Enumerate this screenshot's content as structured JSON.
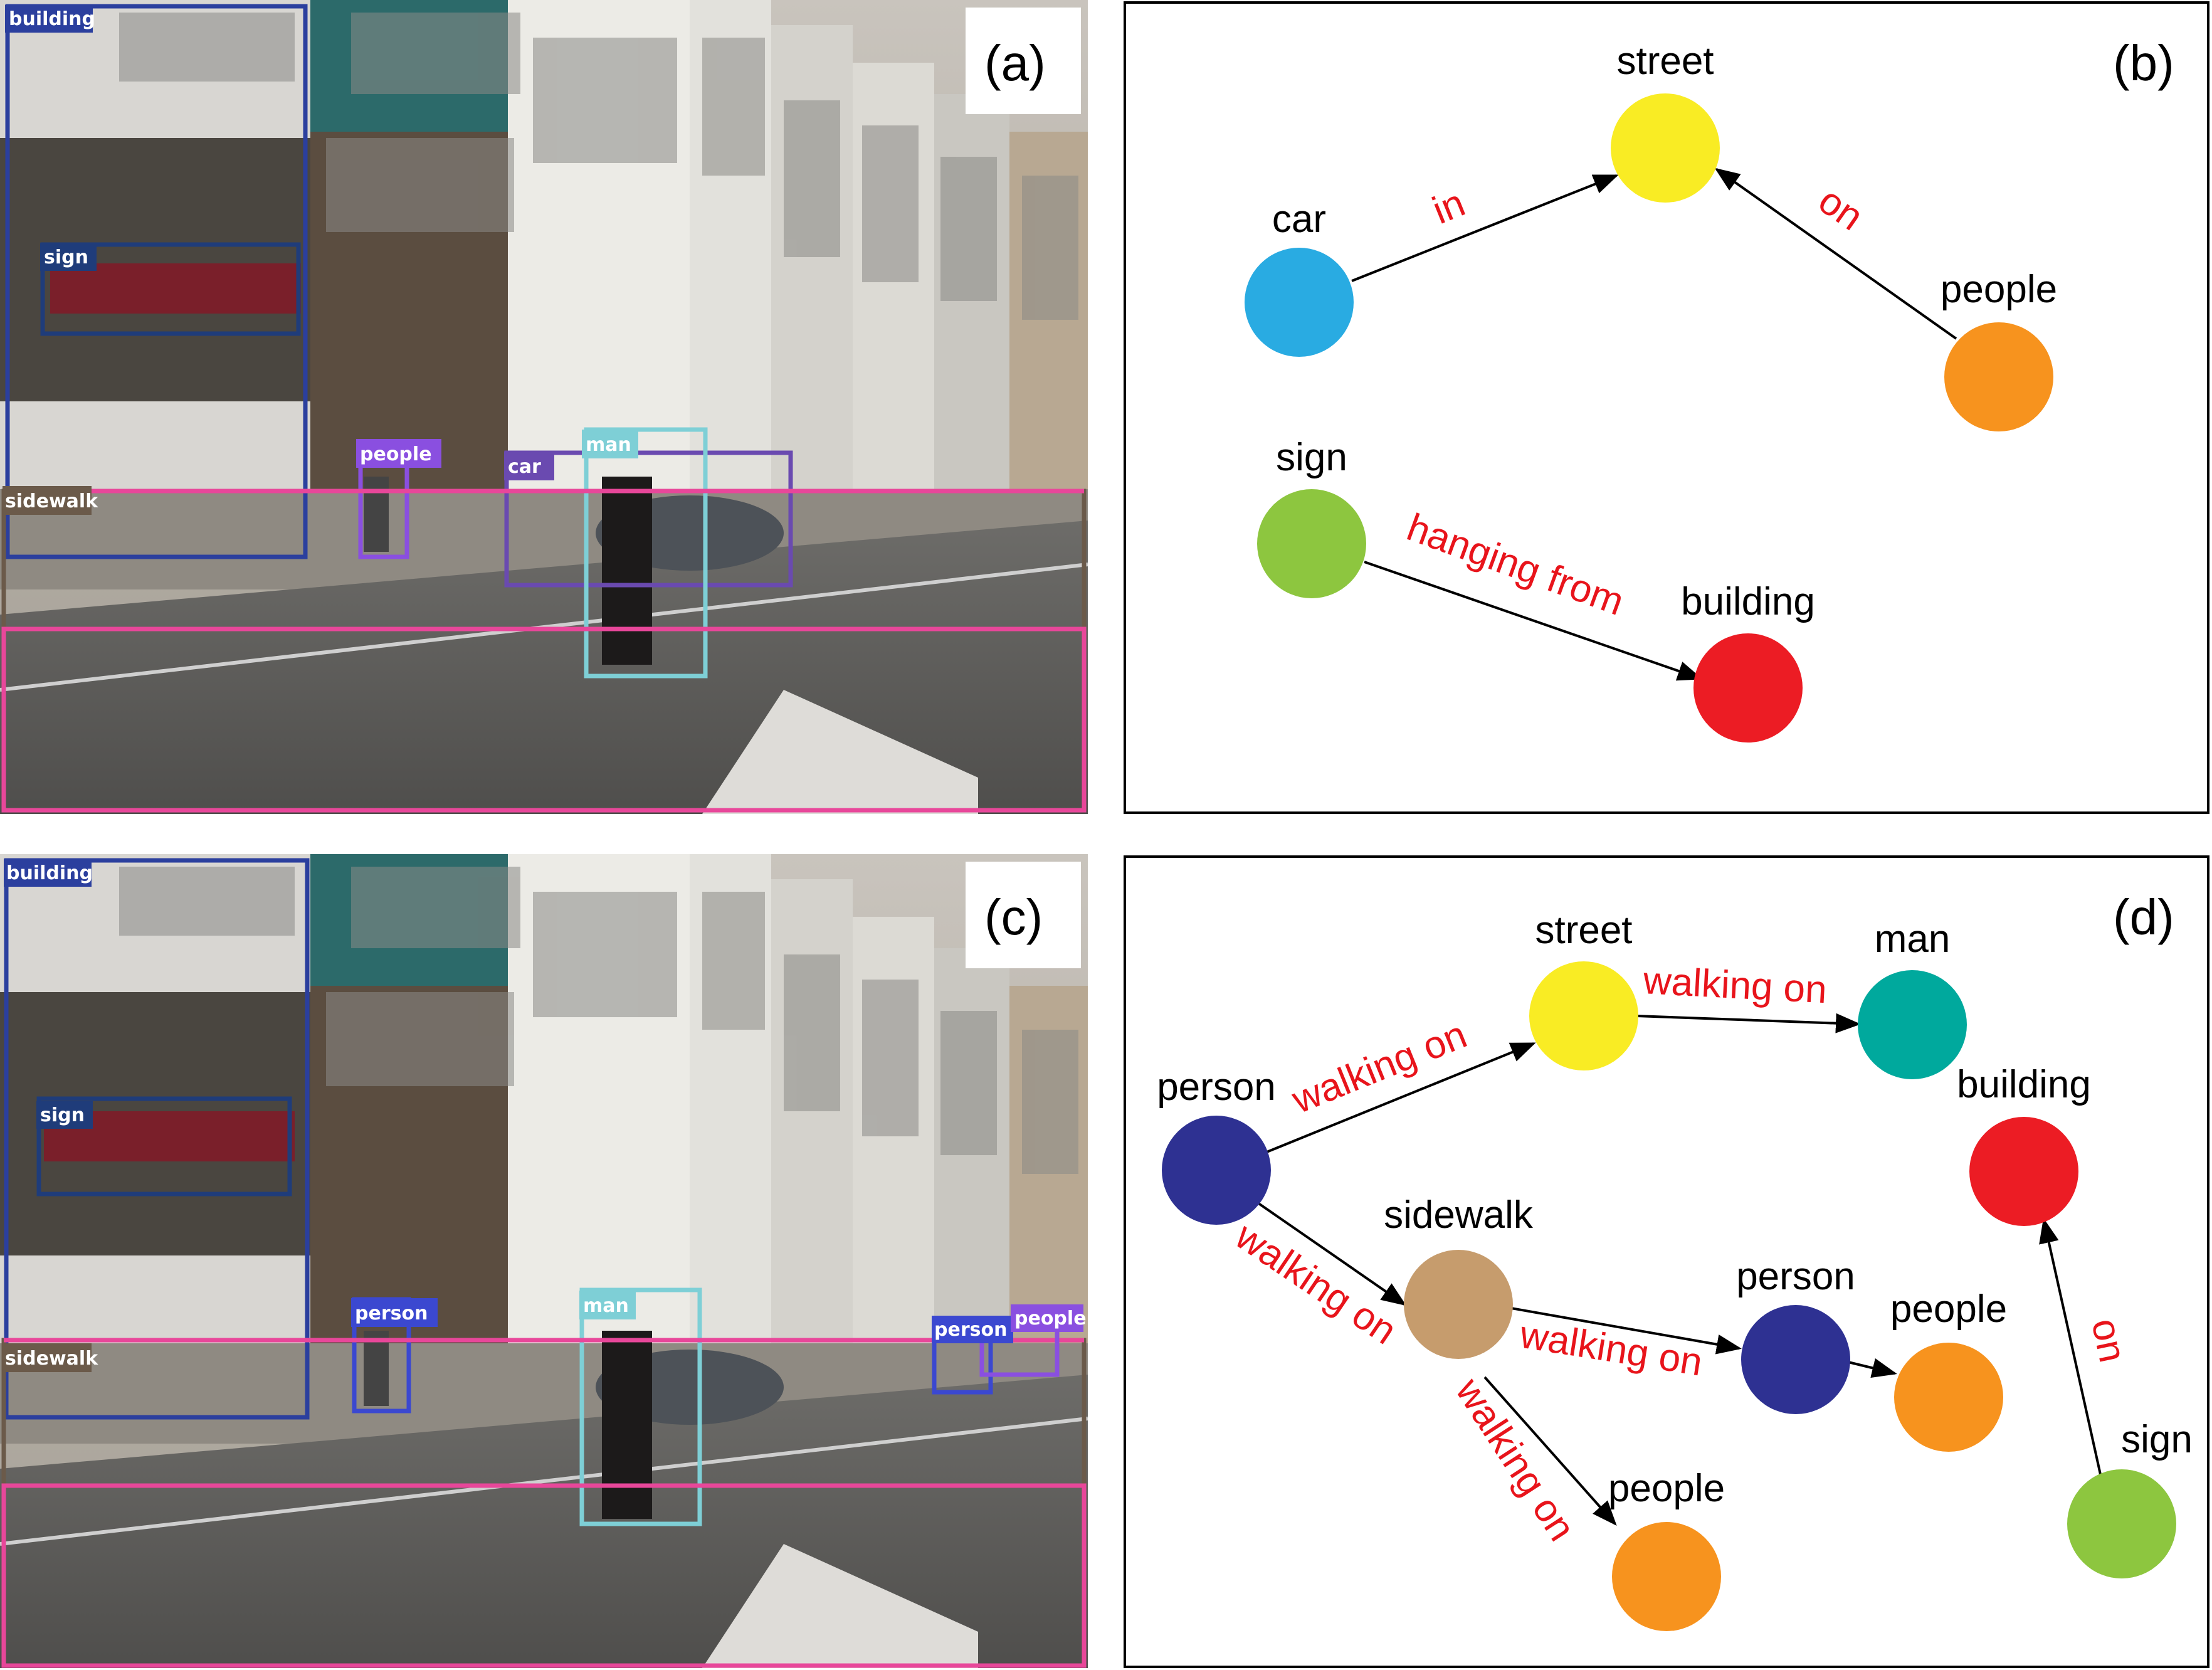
{
  "panels": {
    "a": {
      "tag": "(a)"
    },
    "b": {
      "tag": "(b)"
    },
    "c": {
      "tag": "(c)"
    },
    "d": {
      "tag": "(d)"
    }
  },
  "panel_a": {
    "detections": [
      {
        "label": "building",
        "color": "#2b3f9e"
      },
      {
        "label": "sign",
        "color": "#1f3c7a"
      },
      {
        "label": "people",
        "color": "#8a4fe0"
      },
      {
        "label": "car",
        "color": "#6a4ab0"
      },
      {
        "label": "man",
        "color": "#7ecfd6"
      },
      {
        "label": "sidewalk",
        "color": "#6b5a4a"
      }
    ]
  },
  "panel_b": {
    "nodes": [
      {
        "label": "street",
        "color": "#f9ec24"
      },
      {
        "label": "car",
        "color": "#29abe2"
      },
      {
        "label": "people",
        "color": "#f7931e"
      },
      {
        "label": "sign",
        "color": "#8dc63f"
      },
      {
        "label": "building",
        "color": "#ec1c24"
      }
    ],
    "edges": [
      {
        "label": "in",
        "from": "car",
        "to": "street"
      },
      {
        "label": "on",
        "from": "people",
        "to": "street"
      },
      {
        "label": "hanging from",
        "from": "sign",
        "to": "building"
      }
    ]
  },
  "panel_c": {
    "detections": [
      {
        "label": "building",
        "color": "#2b3f9e"
      },
      {
        "label": "sign",
        "color": "#1f3c7a"
      },
      {
        "label": "person",
        "color": "#3b48d0"
      },
      {
        "label": "man",
        "color": "#7ecfd6"
      },
      {
        "label": "sidewalk",
        "color": "#6b5a4a"
      },
      {
        "label": "person",
        "color": "#3b48d0"
      },
      {
        "label": "people",
        "color": "#8a4fe0"
      }
    ]
  },
  "panel_d": {
    "nodes": [
      {
        "label": "street",
        "color": "#f9ec24"
      },
      {
        "label": "man",
        "color": "#00a99d"
      },
      {
        "label": "person",
        "color": "#2e3192"
      },
      {
        "label": "building",
        "color": "#ec1c24"
      },
      {
        "label": "sidewalk",
        "color": "#c69c6d"
      },
      {
        "label": "person",
        "color": "#2e3192"
      },
      {
        "label": "people",
        "color": "#f7931e"
      },
      {
        "label": "people",
        "color": "#f7931e"
      },
      {
        "label": "sign",
        "color": "#8dc63f"
      }
    ],
    "edges": [
      {
        "label": "walking on",
        "from": "person",
        "to": "street"
      },
      {
        "label": "walking on",
        "from": "street",
        "to": "man"
      },
      {
        "label": "walking on",
        "from": "person",
        "to": "sidewalk"
      },
      {
        "label": "walking on",
        "from": "sidewalk",
        "to": "person"
      },
      {
        "label": "walking on",
        "from": "sidewalk",
        "to": "people"
      },
      {
        "label": "on",
        "from": "sign",
        "to": "building"
      }
    ]
  }
}
